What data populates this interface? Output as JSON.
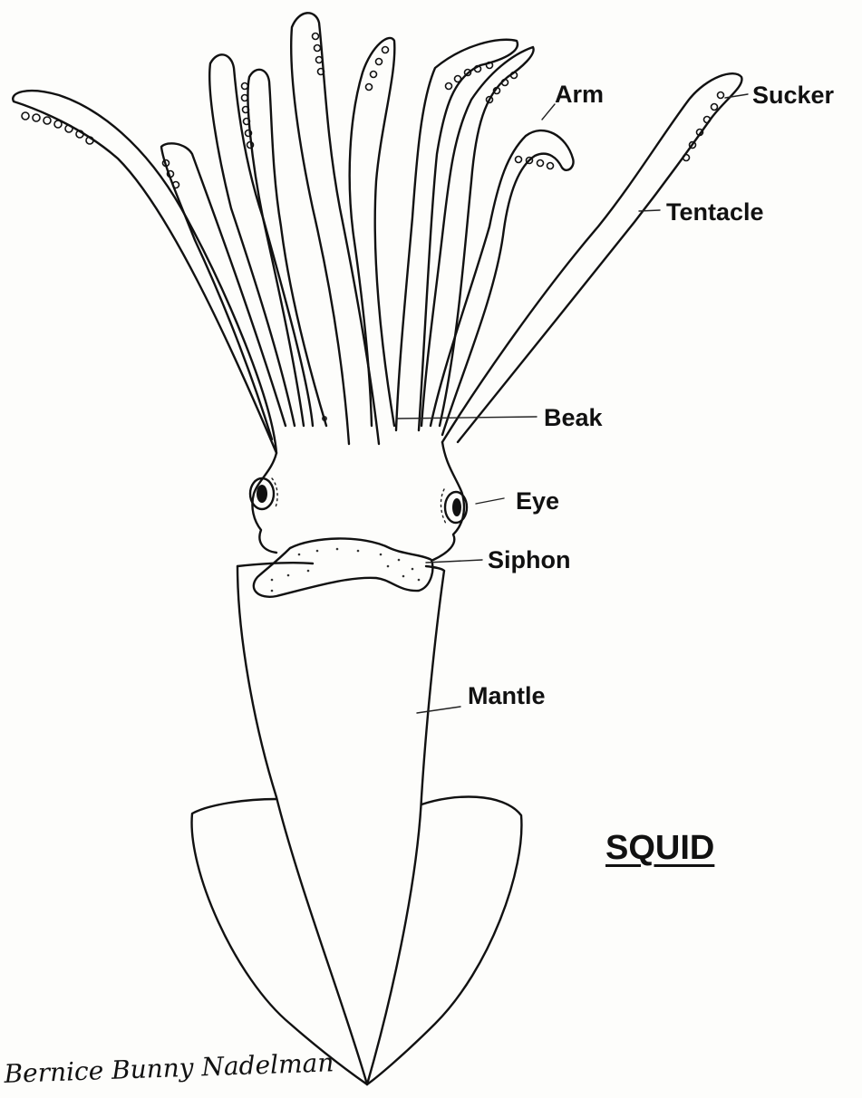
{
  "diagram": {
    "title": "SQUID",
    "labels": {
      "arm": "Arm",
      "sucker": "Sucker",
      "tentacle": "Tentacle",
      "beak": "Beak",
      "eye": "Eye",
      "siphon": "Siphon",
      "mantle": "Mantle"
    },
    "signature": "Bernice Bunny Nadelman",
    "colors": {
      "ink": "#111111",
      "paper": "#fdfdfb"
    }
  }
}
